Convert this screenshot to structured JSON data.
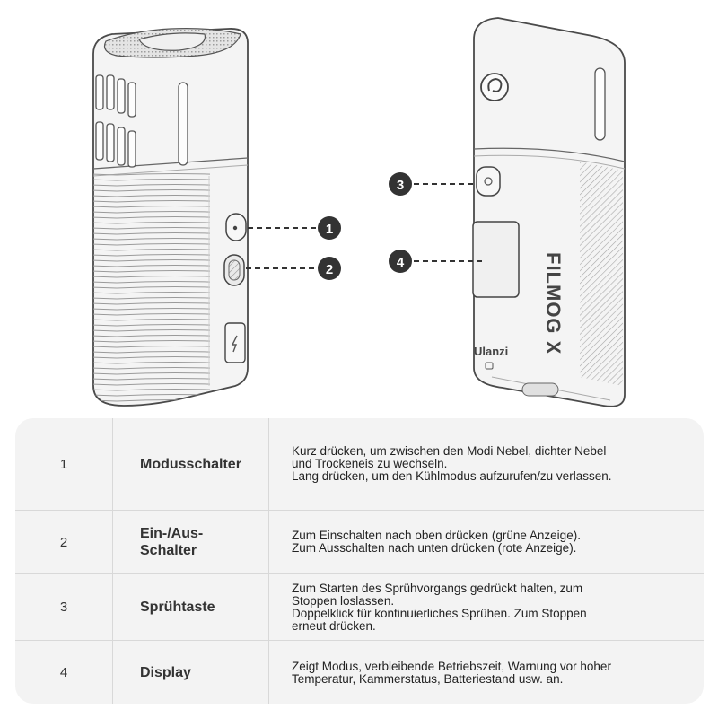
{
  "device": {
    "brand_label": "Ulanzi",
    "model_label": "FILMOG X"
  },
  "callouts": [
    "1",
    "2",
    "3",
    "4"
  ],
  "table": {
    "rows": [
      {
        "number": "1",
        "name": "Modusschalter",
        "description": [
          "Kurz drücken, um zwischen den Modi Nebel, dichter Nebel",
          "und Trockeneis zu wechseln.",
          "Lang drücken, um den Kühlmodus aufzurufen/zu verlassen."
        ]
      },
      {
        "number": "2",
        "name": "Ein-/Aus-\nSchalter",
        "description": [
          "Zum Einschalten nach oben drücken (grüne Anzeige).",
          "Zum Ausschalten nach unten drücken (rote Anzeige)."
        ]
      },
      {
        "number": "3",
        "name": "Sprühtaste",
        "description": [
          "Zum Starten des Sprühvorgangs gedrückt halten, zum",
          "Stoppen loslassen.",
          "Doppelklick für kontinuierliches Sprühen. Zum Stoppen",
          "erneut drücken."
        ]
      },
      {
        "number": "4",
        "name": "Display",
        "description": [
          "Zeigt Modus, verbleibende Betriebszeit, Warnung vor hoher",
          "Temperatur, Kammerstatus, Batteriestand usw. an."
        ]
      }
    ]
  }
}
